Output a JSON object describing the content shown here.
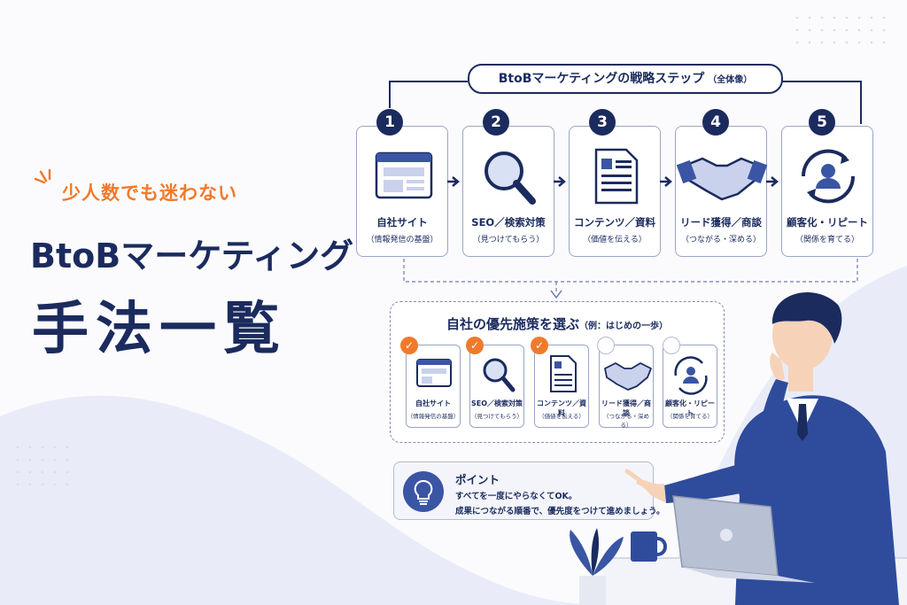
{
  "hero": {
    "tagline": "少人数でも迷わない",
    "title_line1": "BtoBマーケティング",
    "title_line2": "手法一覧"
  },
  "strategy": {
    "header": "BtoBマーケティングの戦略ステップ",
    "header_note": "（全体像）",
    "steps": [
      {
        "num": "1",
        "label": "自社サイト",
        "sub": "（情報発信の基盤）",
        "icon": "website-icon"
      },
      {
        "num": "2",
        "label": "SEO／検索対策",
        "sub": "（見つけてもらう）",
        "icon": "magnifier-icon"
      },
      {
        "num": "3",
        "label": "コンテンツ／資料",
        "sub": "（価値を伝える）",
        "icon": "document-icon"
      },
      {
        "num": "4",
        "label": "リード獲得／商談",
        "sub": "（つながる・深める）",
        "icon": "handshake-icon"
      },
      {
        "num": "5",
        "label": "顧客化・リピート",
        "sub": "（関係を育てる）",
        "icon": "user-cycle-icon"
      }
    ]
  },
  "choose": {
    "title": "自社の優先施策を選ぶ",
    "note": "（例：はじめの一歩）",
    "items": [
      {
        "label": "自社サイト",
        "sub": "（情報発信の基盤）",
        "checked": true
      },
      {
        "label": "SEO／検索対策",
        "sub": "（見つけてもらう）",
        "checked": true
      },
      {
        "label": "コンテンツ／資料",
        "sub": "（価値を伝える）",
        "checked": true
      },
      {
        "label": "リード獲得／商談",
        "sub": "（つながる・深める）",
        "checked": false
      },
      {
        "label": "顧客化・リピート",
        "sub": "（関係を育てる）",
        "checked": false
      }
    ]
  },
  "point": {
    "title": "ポイント",
    "line1": "すべてを一度にやらなくてOK。",
    "line2": "成果につながる順番で、優先度をつけて進めましょう。",
    "icon": "lightbulb-icon"
  },
  "colors": {
    "navy": "#1b2b5e",
    "accent_orange": "#f07a2b",
    "blue": "#3a55a3",
    "light_blue_bg": "#e8ecf8"
  }
}
